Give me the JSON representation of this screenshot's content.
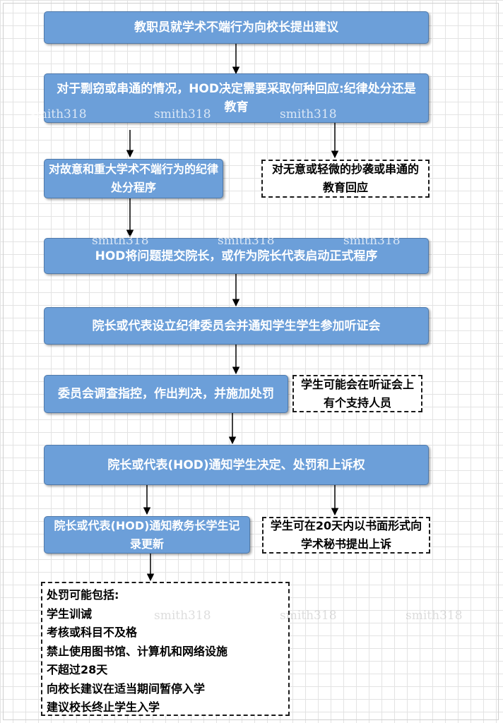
{
  "flow": {
    "step1": "教职员就学术不端行为向校长提出建议",
    "step2": "对于剽窃或串通的情况，HOD决定需要采取何种回应:纪律处分还是教育",
    "branch_disciplinary": "对故意和重大学术不端行为的纪律处分程序",
    "branch_education": "对无意或轻微的抄袭或串通的教育回应",
    "step3": "HOD将问题提交院长，或作为院长代表启动正式程序",
    "step4": "院长或代表设立纪律委员会并通知学生学生参加听证会",
    "step5": "委员会调查指控，作出判决，并施加处罚",
    "note_support": "学生可能会在听证会上有个支持人员",
    "step6": "院长或代表(HOD)通知学生决定、处罚和上诉权",
    "step7": "院长或代表(HOD)通知教务长学生记录更新",
    "note_appeal": "学生可在20天内以书面形式向学术秘书提出上诉",
    "penalties": [
      "处罚可能包括:",
      "学生训诫",
      "考核或科目不及格",
      "禁止使用图书馆、计算机和网络设施",
      "不超过28天",
      "向校长建议在适当期间暂停入学",
      "建议校长终止学生入学"
    ]
  },
  "watermark": "smith318",
  "colors": {
    "box_fill": "#6c9fd9",
    "box_border": "#4f79aa",
    "box_text": "#ffffff",
    "arrow": "#000000"
  }
}
